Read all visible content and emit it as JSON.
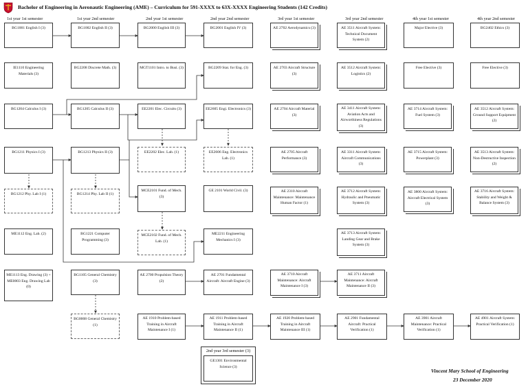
{
  "title": "Bachelor of Engineering in Aeronautic Engineering (AME) – Curriculum for 591-XXXX to 63X-XXXX Engineering Students (142 Credits)",
  "headers": [
    "1st year 1st semester",
    "1st year 2nd semester",
    "2nd year 1st semester",
    "2nd year 2nd semester",
    "3rd year 1st semester",
    "3rd year 2nd semester",
    "4th year 1st semester",
    "4th year 2nd semester"
  ],
  "courses": {
    "bg1001": "BG1001 English I (3)",
    "bg1002": "BG1002 English II (3)",
    "bg2000": "BG2000 English III (3)",
    "bg2001": "BG2001 English IV (3)",
    "ae2702": "AE 2702 Aerodynamics (3)",
    "ae3511": "AE 3511 Aircraft System: Technical Document System (2)",
    "major_elective": "Major Elective (3)",
    "bg2402": "BG2402 Ethics (3)",
    "ie1110": "IE1110 Engineering Materials (3)",
    "bg2208": "BG2208 Discrete Math. (3)",
    "mgt1101": "MGT1101 Intro. to Busi. (3)",
    "bg2209": "BG2209 Stat. for Eng. (3)",
    "ae2703": "AE 2703 Aircraft Structure (3)",
    "ae3512": "AE 3512 Aircraft System: Logistics (2)",
    "free_elective_1": "Free Elective (3)",
    "free_elective_2": "Free Elective (3)",
    "bg1204": "BG1204 Calculus I (3)",
    "bg1205": "BG1205 Calculus II (3)",
    "ee2201": "EE2201 Elec. Circuits (3)",
    "ee2605": "EE2605 Engi. Electronics (3)",
    "ae2704": "AE 2704 Aircraft Material (3)",
    "ae3411": "AE 3411 Aircraft System: Aviation Acts and Airworthiness Regulations (3)",
    "ae3714": "AE 3714 Aircraft System: Fuel System (3)",
    "ae3512b": "AE 3512 Aircraft System: Ground Support Equipment (2)",
    "bg1211": "BG1211 Physics I (3)",
    "bg1213": "BG1213 Physics II (3)",
    "ee2202": "EE2202 Elec. Lab. (1)",
    "ee2606": "EE2606 Eng. Electronics Lab. (1)",
    "ae2705": "AE 2705 Aircraft Performance (3)",
    "ae3311": "AE 3311 Aircraft System: Aircraft Communications (3)",
    "ae3715": "AE 3715 Aircraft System: Powerplant (3)",
    "ae3513": "AE 3513 Aircraft System: Non-Destructive Inspection (2)",
    "bg1212": "BG1212 Phy. Lab I (1)",
    "bg1214": "BG1214 Phy. Lab II (1)",
    "mce2101": "MCE2101 Fund. of Mech. (3)",
    "ge2101": "GE 2101 World Civil. (3)",
    "ae2310": "AE 2310 Aircraft Maintenance: Maintenance Human Factor (1)",
    "ae3712": "AE 3712 Aircraft System: Hydraulic and Pneumatic System (3)",
    "ae3800": "AE 3800 Aircraft System: Aircraft Electrical System (3)",
    "ae3716": "AE 3716 Aircraft System: Stability and Weight & Balance System (3)",
    "me1112": "ME1112 Eng. Lab. (2)",
    "bg1221": "BG1221 Computer Programming (3)",
    "mce2102": "MCE2102 Fund. of Mech. Lab. (1)",
    "me2211": "ME2211 Engineering Mechanics I (3)",
    "ae3713": "AE 3713 Aircraft System: Landing Gear and Brake System (3)",
    "me1113": "ME1113 Eng. Drawing (3) + ME0003 Eng. Drawing Lab (0)",
    "bg1105": "BG1105 General Chemistry (3)",
    "ae2700": "AE 2700 Propulsion Theory (2)",
    "ae2701": "AE 2701 Fundamental Aircraft: Aircraft Engine (3)",
    "ae3710": "AE 3710 Aircraft Maintenance: Aircraft Maintenance I (3)",
    "ae3711": "AE 3711 Aircraft Maintenance: Aircraft Maintenance II (3)",
    "bg0008": "BG0008 General Chemistry (1)",
    "ae1910": "AE 1910 Problem-based Training in Aircraft Maintenance I (1)",
    "ae1911": "AE 1911 Problem-based Training in Aircraft Maintenance II (1)",
    "ae1920": "AE 1920 Problem-based Training in Aircraft Maintenance III (1)",
    "ae2901": "AE 2901 Fundamental Aircraft: Practical Verification (1)",
    "ae3901": "AE 3901 Aircraft Maintenance: Practical Verification (1)",
    "ae4901": "AE 4901 Aircraft System: Practical Verification (1)",
    "summer_header": "2nd year 3rd semester (3)",
    "ge1301": "GE1301 Environmental Science (3)"
  },
  "footer": {
    "school": "Vincent Mary School of Engineering",
    "date": "23 December 2020"
  },
  "colors": {
    "logo_red": "#c8102e",
    "logo_gold": "#e3b21c",
    "line": "#333333"
  }
}
